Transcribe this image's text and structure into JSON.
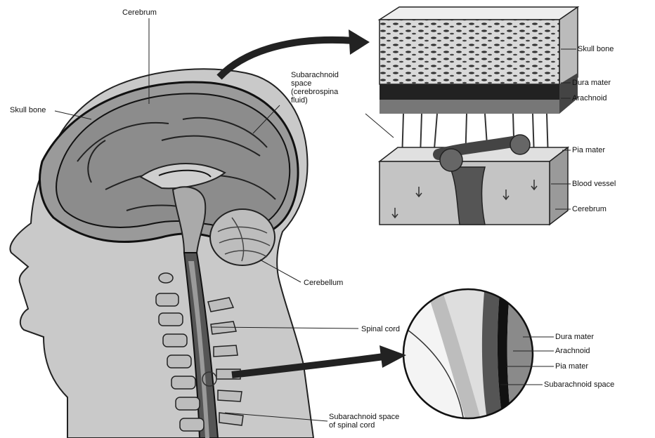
{
  "labels": {
    "cerebrum_top": "Cerebrum",
    "skull_bone_left": "Skull bone",
    "subarachnoid_space_top": [
      "Subarachnoid",
      "space",
      "(cerebrospina",
      "fluid)"
    ],
    "cerebellum": "Cerebellum",
    "spinal_cord": "Spinal cord",
    "subarachnoid_space_spinal": [
      "Subarachnoid space",
      "of spinal cord"
    ]
  },
  "inset_top": {
    "skull_bone": "Skull bone",
    "dura_mater": "Dura mater",
    "arachnoid": "Arachnoid",
    "pia_mater": "Pia mater",
    "blood_vessel": "Blood vessel",
    "cerebrum": "Cerebrum"
  },
  "inset_spinal": {
    "dura_mater": "Dura mater",
    "arachnoid": "Arachnoid",
    "pia_mater": "Pia mater",
    "subarachnoid_space": "Subarachnoid space"
  }
}
